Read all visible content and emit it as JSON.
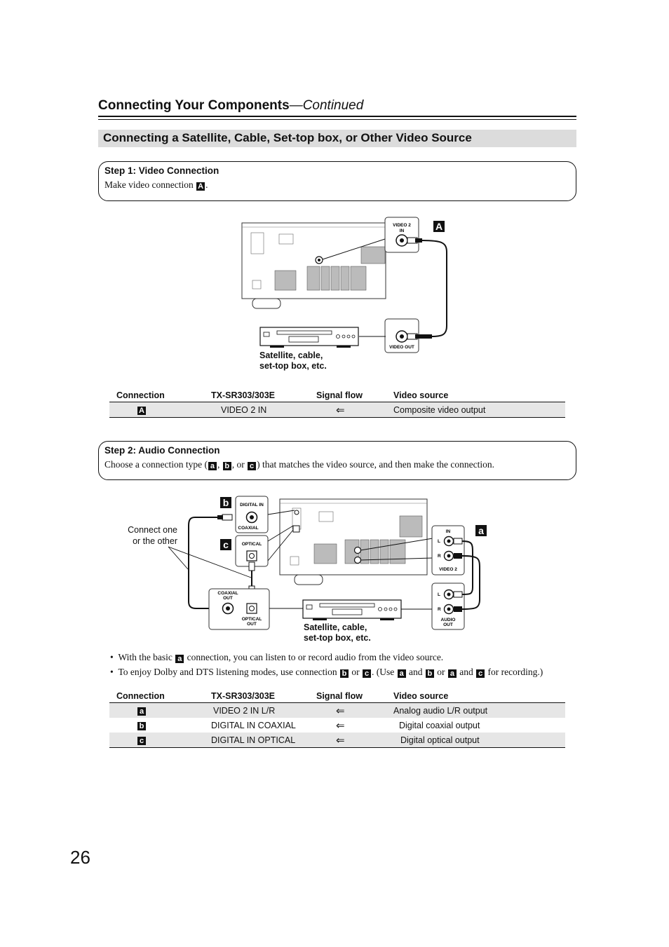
{
  "header": {
    "title": "Connecting Your Components",
    "continued": "—Continued"
  },
  "section_title": "Connecting a Satellite, Cable, Set-top box, or Other Video Source",
  "step1": {
    "title": "Step 1: Video Connection",
    "text_before": "Make video connection",
    "badge": "A",
    "text_after": "."
  },
  "diagram1": {
    "callout_label": "A",
    "jack_in_label_line1": "VIDEO 2",
    "jack_in_label_line2": "IN",
    "jack_out_label": "VIDEO OUT",
    "device_caption_line1": "Satellite, cable,",
    "device_caption_line2": "set-top box, etc."
  },
  "table1": {
    "headers": [
      "Connection",
      "TX-SR303/303E",
      "Signal flow",
      "Video source"
    ],
    "rows": [
      {
        "badge": "A",
        "input": "VIDEO 2 IN",
        "flow": "⇐",
        "source": "Composite video output"
      }
    ]
  },
  "step2": {
    "title": "Step 2: Audio Connection",
    "text_1": "Choose a connection type (",
    "badge_a": "a",
    "sep1": ",",
    "badge_b": "b",
    "sep2": ", or",
    "badge_c": "c",
    "text_2": ") that matches the video source, and then make the connection."
  },
  "diagram2": {
    "callout_b": "b",
    "callout_c": "c",
    "callout_a": "a",
    "digital_in": "DIGITAL IN",
    "coaxial": "COAXIAL",
    "optical": "OPTICAL",
    "connect_note_line1": "Connect one",
    "connect_note_line2": "or the other",
    "coaxial_out_line1": "COAXIAL",
    "coaxial_out_line2": "OUT",
    "optical_out_line1": "OPTICAL",
    "optical_out_line2": "OUT",
    "in_label": "IN",
    "l_label": "L",
    "r_label": "R",
    "video2_label": "VIDEO 2",
    "audio_out_line1": "AUDIO",
    "audio_out_line2": "OUT",
    "device_caption_line1": "Satellite, cable,",
    "device_caption_line2": "set-top box, etc."
  },
  "bullets": {
    "b1": {
      "t1": "With the basic",
      "badge": "a",
      "t2": "connection, you can listen to or record audio from the video source."
    },
    "b2": {
      "t1": "To enjoy Dolby and DTS listening modes, use connection",
      "badge1": "b",
      "t2": "or",
      "badge2": "c",
      "t3": ". (Use",
      "badge3": "a",
      "t4": "and",
      "badge4": "b",
      "t5": "or",
      "badge5": "a",
      "t6": "and",
      "badge6": "c",
      "t7": "for recording.)"
    }
  },
  "table2": {
    "headers": [
      "Connection",
      "TX-SR303/303E",
      "Signal flow",
      "Video source"
    ],
    "rows": [
      {
        "badge": "a",
        "input": "VIDEO 2 IN L/R",
        "flow": "⇐",
        "source": "Analog audio L/R output"
      },
      {
        "badge": "b",
        "input": "DIGITAL IN COAXIAL",
        "flow": "⇐",
        "source": "Digital coaxial output"
      },
      {
        "badge": "c",
        "input": "DIGITAL IN OPTICAL",
        "flow": "⇐",
        "source": "Digital optical output"
      }
    ]
  },
  "page_number": "26"
}
